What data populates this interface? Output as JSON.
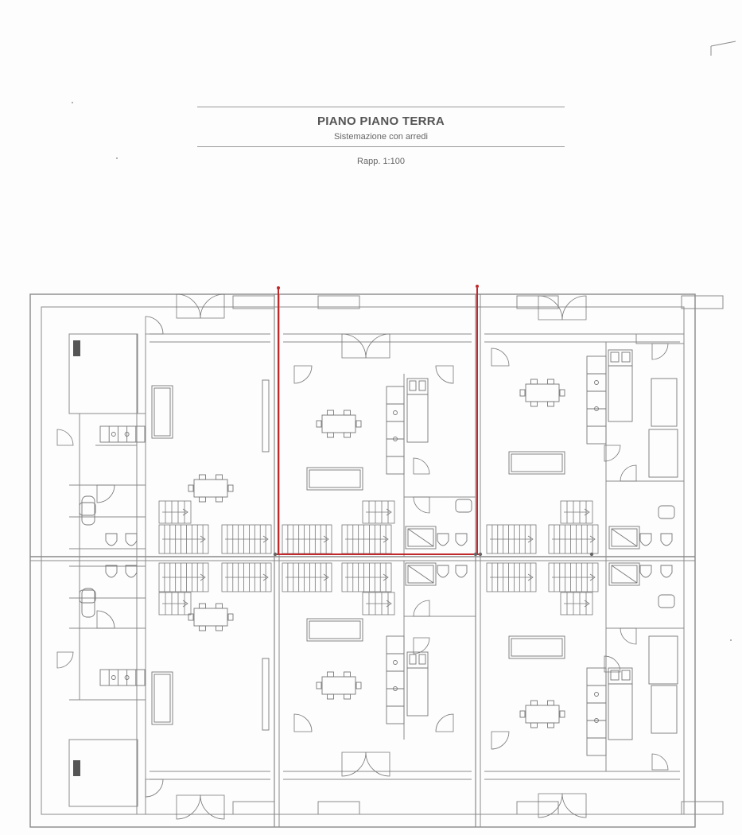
{
  "title": "PIANO PIANO TERRA",
  "subtitle": "Sistemazione con arredi",
  "scale": "Rapp. 1:100",
  "colors": {
    "wall": "#8a8a8a",
    "furniture": "#777777",
    "highlight": "#c0282c",
    "background": "#fdfdfd"
  }
}
